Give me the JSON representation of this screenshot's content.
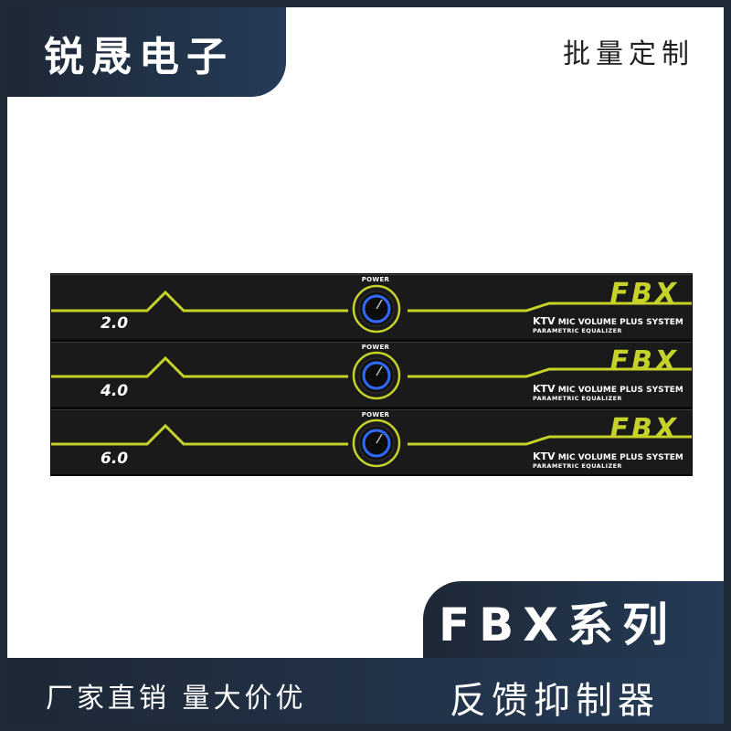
{
  "brand": {
    "title": "锐晟电子"
  },
  "top_right": {
    "label": "批量定制"
  },
  "product": {
    "units": [
      {
        "model": "2.0",
        "power_label": "POWER",
        "logo": "FBX",
        "ktv": "KTV",
        "ktv_line": "MIC VOLUME PLUS SYSTEM",
        "peq": "PARAMETRIC EQUALIZER"
      },
      {
        "model": "4.0",
        "power_label": "POWER",
        "logo": "FBX",
        "ktv": "KTV",
        "ktv_line": "MIC VOLUME PLUS SYSTEM",
        "peq": "PARAMETRIC EQUALIZER"
      },
      {
        "model": "6.0",
        "power_label": "POWER",
        "logo": "FBX",
        "ktv": "KTV",
        "ktv_line": "MIC VOLUME PLUS SYSTEM",
        "peq": "PARAMETRIC EQUALIZER"
      }
    ],
    "accent_color": "#c6d22a",
    "knob_ring_color": "#2f6bff"
  },
  "series": {
    "title": "FBX系列"
  },
  "bottom": {
    "slogan": "厂家直销 量大价优",
    "product_name": "反馈抑制器"
  }
}
